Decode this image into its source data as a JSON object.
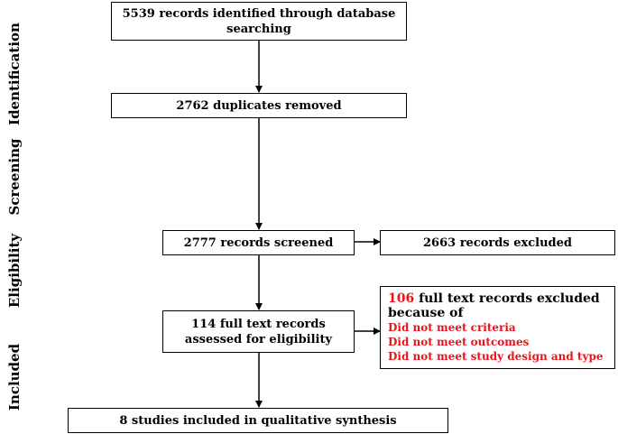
{
  "phases": {
    "identification": "Identification",
    "screening": "Screening",
    "eligibility": "Eligibility",
    "included": "Included"
  },
  "boxes": {
    "identified": {
      "line1": "5539 records identified through database",
      "line2": "searching"
    },
    "duplicates": "2762 duplicates removed",
    "screened": "2777 records screened",
    "excluded": "2663 records excluded",
    "fulltext": {
      "line1": "114 full text records",
      "line2": "assessed for eligibility"
    },
    "fulltext_excluded": {
      "count": "106",
      "line1_rest": " full text records excluded",
      "line2": "because of",
      "reasons": [
        "Did not meet criteria",
        "Did not meet outcomes",
        "Did not meet study design and type"
      ]
    },
    "included": "8 studies included in qualitative synthesis"
  },
  "colors": {
    "highlight": "#e8141b",
    "line": "#000000"
  }
}
